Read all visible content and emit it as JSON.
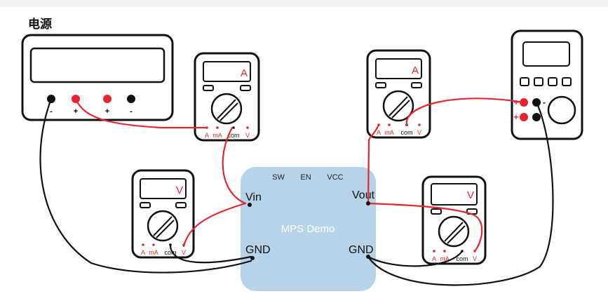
{
  "title": "电源",
  "power_supply": {
    "terminal_signs": [
      "-",
      "+",
      "+",
      "-"
    ]
  },
  "demo_board": {
    "name": "MPS Demo",
    "top_pins": [
      "SW",
      "EN",
      "VCC"
    ],
    "vin_label": "Vin",
    "vout_label": "Vout",
    "gnd_left_label": "GND",
    "gnd_right_label": "GND"
  },
  "meters": {
    "ammeter_in": {
      "display": "A",
      "ports": [
        "A",
        "mA",
        "com",
        "V"
      ]
    },
    "voltmeter_in": {
      "display": "V",
      "ports": [
        "A",
        "mA",
        "com",
        "V"
      ]
    },
    "ammeter_out": {
      "display": "A",
      "ports": [
        "A",
        "mA",
        "com",
        "V"
      ]
    },
    "voltmeter_out": {
      "display": "V",
      "ports": [
        "A",
        "mA",
        "com",
        "V"
      ]
    }
  },
  "electronic_load": {
    "terminal_signs": [
      "+",
      "+",
      "-"
    ]
  },
  "colors": {
    "wire_positive": "#e5262d",
    "wire_ground": "#111111",
    "board_fill": "#b7d3ea",
    "board_text": "#ffffff",
    "meter_label": "#e5262d"
  }
}
